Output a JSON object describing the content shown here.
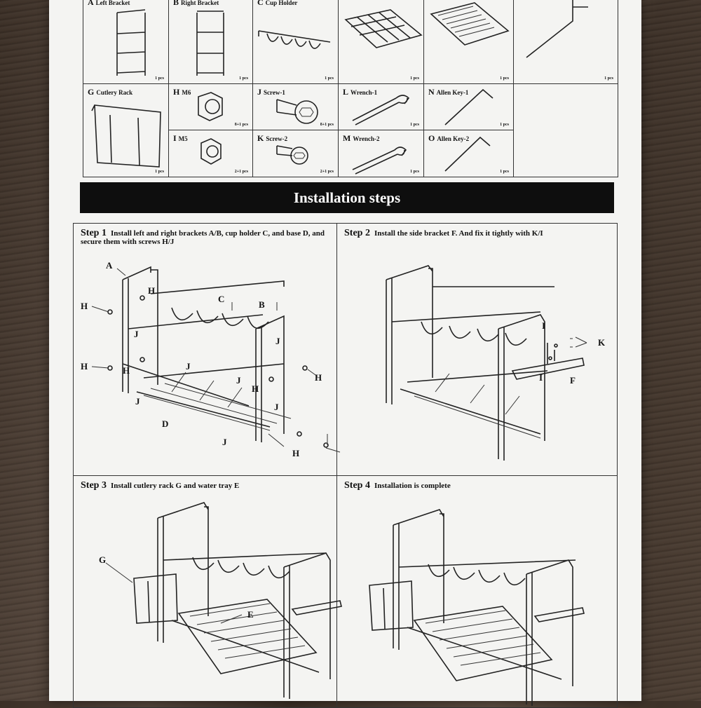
{
  "parts": {
    "row1": [
      {
        "letter": "A",
        "name": "Left Bracket",
        "qty": "1 pcs"
      },
      {
        "letter": "B",
        "name": "Right Bracket",
        "qty": "1 pcs"
      },
      {
        "letter": "C",
        "name": "Cup Holder",
        "qty": "1 pcs"
      },
      {
        "letter": "",
        "name": "",
        "qty": "1 pcs"
      },
      {
        "letter": "",
        "name": "",
        "qty": "1 pcs"
      },
      {
        "letter": "",
        "name": "",
        "qty": "1 pcs"
      }
    ],
    "cutlery": {
      "letter": "G",
      "name": "Cutlery Rack",
      "qty": "1 pcs"
    },
    "h": {
      "letter": "H",
      "name": "M6",
      "qty": "8+1 pcs"
    },
    "i": {
      "letter": "I",
      "name": "M5",
      "qty": "2+1 pcs"
    },
    "j": {
      "letter": "J",
      "name": "Screw-1",
      "qty": "8+1 pcs"
    },
    "k": {
      "letter": "K",
      "name": "Screw-2",
      "qty": "2+1 pcs"
    },
    "l": {
      "letter": "L",
      "name": "Wrench-1",
      "qty": "1 pcs"
    },
    "m": {
      "letter": "M",
      "name": "Wrench-2",
      "qty": "1 pcs"
    },
    "n": {
      "letter": "N",
      "name": "Allen Key-1",
      "qty": "1 pcs"
    },
    "o": {
      "letter": "O",
      "name": "Allen Key-2",
      "qty": "1 pcs"
    }
  },
  "banner": "Installation steps",
  "steps": [
    {
      "num": "Step 1",
      "text": "Install left and right brackets A/B, cup holder C, and base D, and secure them with screws H/J"
    },
    {
      "num": "Step 2",
      "text": "Install the side bracket F. And fix it tightly with K/I"
    },
    {
      "num": "Step 3",
      "text": "Install cutlery rack G and water tray E"
    },
    {
      "num": "Step 4",
      "text": "Installation is complete"
    }
  ],
  "callouts": {
    "s1": {
      "a": "A",
      "h": "H",
      "c": "C",
      "b": "B",
      "j": "J",
      "d": "D"
    },
    "s2": {
      "i": "I",
      "k": "K",
      "f": "F"
    },
    "s3": {
      "g": "G",
      "e": "E"
    }
  }
}
